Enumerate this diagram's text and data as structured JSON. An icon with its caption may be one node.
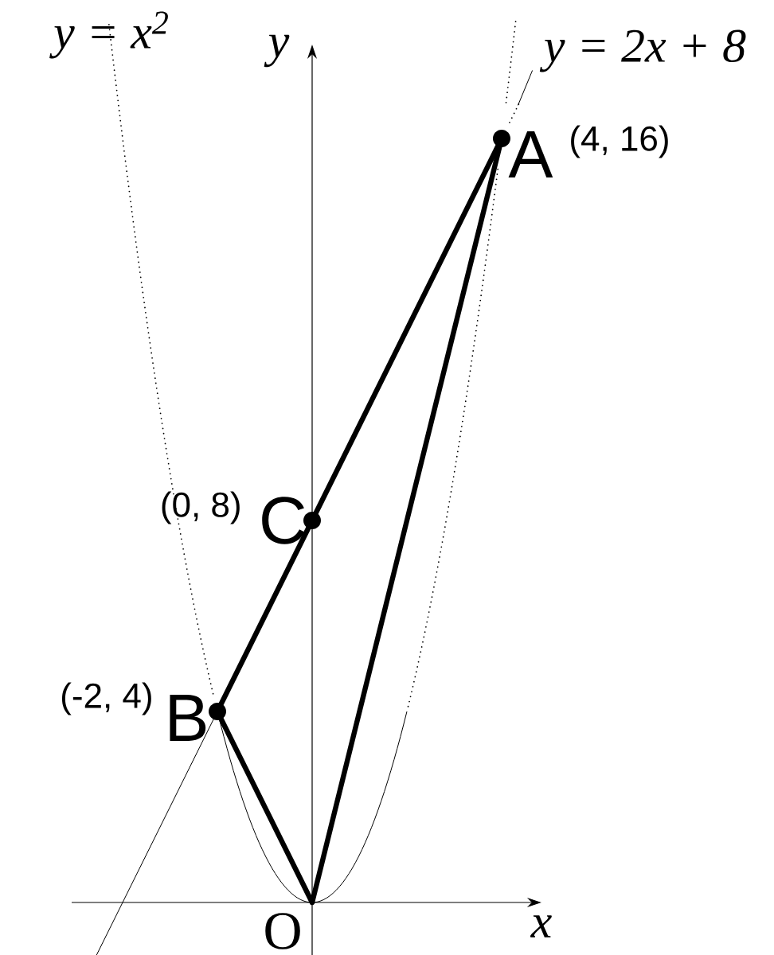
{
  "diagram": {
    "nodes": [
      {
        "text": [
          "A"
        ],
        "beside": [
          "(4, 16)"
        ]
      },
      {
        "text": [
          "B"
        ],
        "beside": [
          "(-2, 4)"
        ]
      },
      {
        "text": [
          "C"
        ],
        "beside": [
          "(0, 8)"
        ]
      },
      {
        "text": [
          "O"
        ]
      },
      {
        "text": [
          "y = 2x + 8"
        ]
      },
      {
        "text": [],
        "shape": "line"
      }
    ],
    "edges": [
      {
        "from": 0,
        "to": 2,
        "arrow": "none"
      },
      {
        "from": 2,
        "to": 1,
        "arrow": "none"
      },
      {
        "from": 0,
        "to": 3,
        "arrow": "none"
      },
      {
        "from": 1,
        "to": 3,
        "arrow": "none"
      },
      {
        "from": 4,
        "to": 5,
        "arrow": "none"
      }
    ],
    "labels": [
      "y = x$^{2}$",
      "y",
      "x"
    ]
  }
}
